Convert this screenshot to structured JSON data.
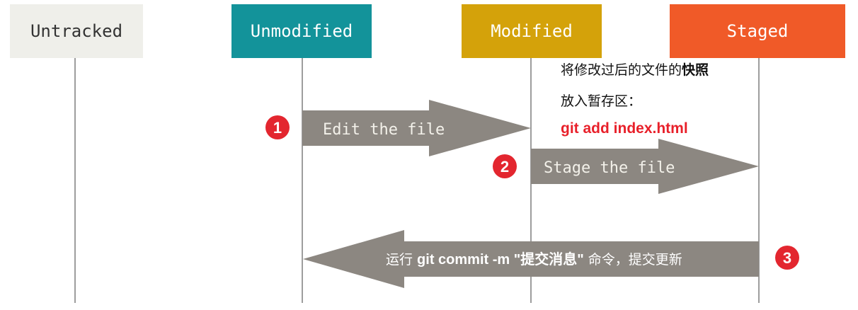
{
  "states": {
    "untracked": {
      "label": "Untracked",
      "bg": "#efefea",
      "fg": "#333333"
    },
    "unmodified": {
      "label": "Unmodified",
      "bg": "#13939a",
      "fg": "#ffffff"
    },
    "modified": {
      "label": "Modified",
      "bg": "#d4a20a",
      "fg": "#ffffff"
    },
    "staged": {
      "label": "Staged",
      "bg": "#f05a28",
      "fg": "#ffffff"
    }
  },
  "arrows": {
    "edit": {
      "label": "Edit the file",
      "color": "#8c8781"
    },
    "stage": {
      "label": "Stage the file",
      "color": "#8c8781"
    },
    "commit": {
      "color": "#8c8781"
    }
  },
  "steps": [
    "1",
    "2",
    "3"
  ],
  "step_badge_color": "#e3262f",
  "note": {
    "line1_prefix": "将修改过后的文件的",
    "line1_bold": "快照",
    "line2": "放入暂存区：",
    "command": "git add index.html"
  },
  "commit_label": {
    "prefix": "运行 ",
    "command": "git commit -m \"提交消息\"",
    "suffix": " 命令，提交更新"
  }
}
